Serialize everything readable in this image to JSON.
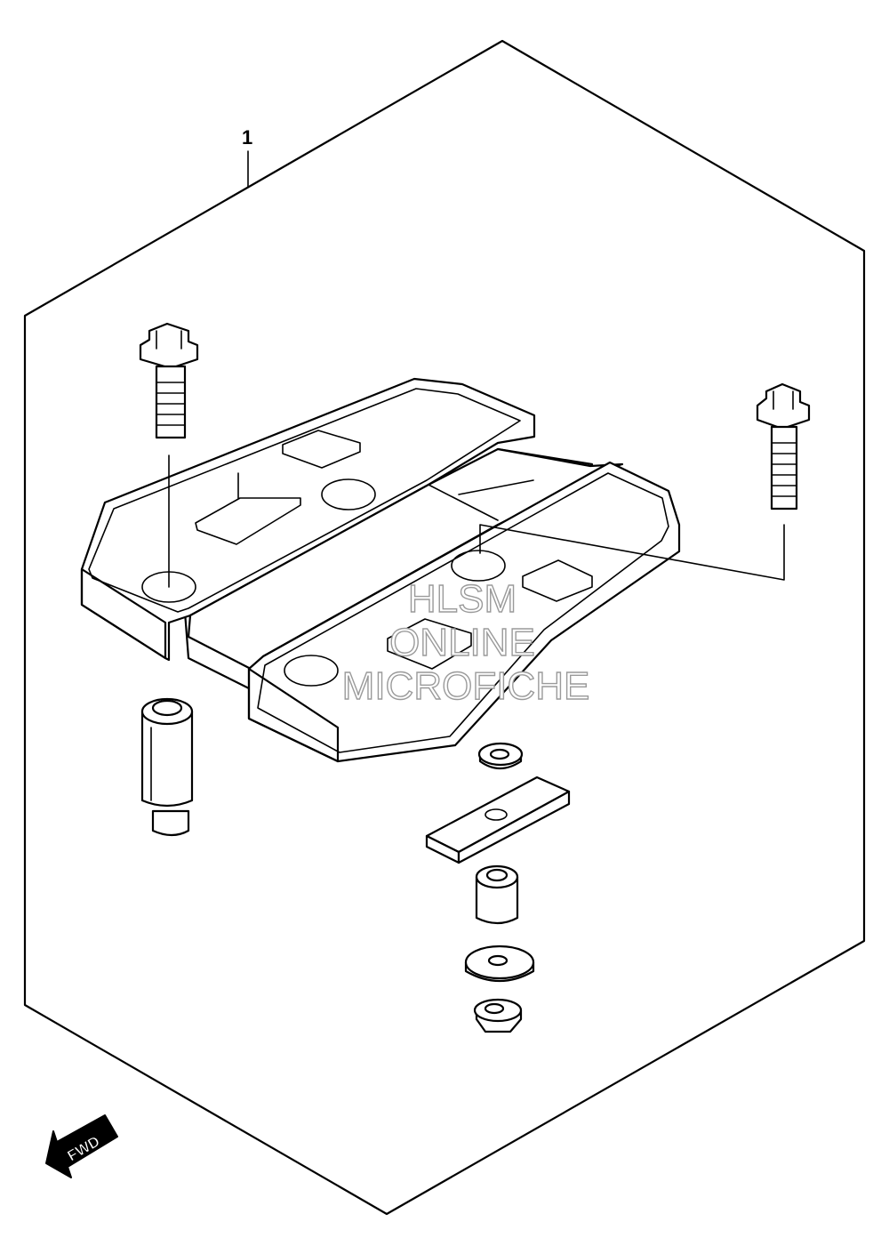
{
  "diagram": {
    "part_callout": "1",
    "direction_label": "FWD",
    "watermark": [
      "HLSM",
      "ONLINE",
      "MICROFICHE"
    ]
  }
}
